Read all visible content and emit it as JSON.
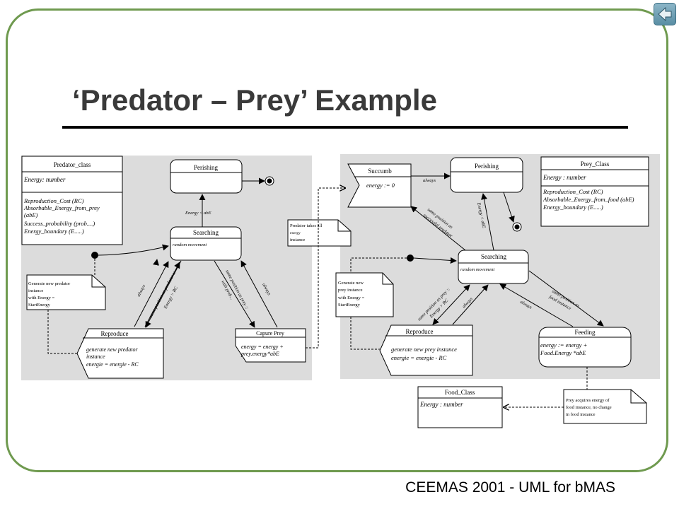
{
  "slide": {
    "title": "‘Predator – Prey’ Example",
    "footer": "CEEMAS 2001 - UML for bMAS"
  },
  "nav": {
    "back_icon": "back-arrow-icon"
  },
  "colors": {
    "frame": "#6f9a4f",
    "panel": "#dcdcdc",
    "nav": "#6f9fb4"
  },
  "left": {
    "class_name": "Predator_class",
    "attr": "Energy: number",
    "ops": [
      "Reproduction_Cost (RC)",
      "Absorbable_Energy_from_prey",
      "(abE)",
      "Success_probability (prob....)",
      "Energy_boundary (E.....)"
    ],
    "perishing": "Perishing",
    "searching": "Searching",
    "searching_activity": "random movement",
    "reproduce": "Reproduce",
    "reproduce_action": [
      "generate new predator",
      "instance",
      "energie = energie - RC"
    ],
    "capture": "Capure Prey",
    "capture_action": [
      "energy = energy + ",
      "prey.energy*abE"
    ],
    "note": [
      "Generate new predator",
      "instance",
      "with Energy =",
      "StartEnergy"
    ],
    "lbl_perish": "Energy < abE",
    "lbl_always1": "always",
    "lbl_repro": [
      "same position as predator ::",
      "Energy > RC"
    ],
    "lbl_capture": [
      "same position as prey ::",
      "with prob..."
    ],
    "lbl_always2": "always"
  },
  "middle_note": [
    "Predator takes all",
    "energy",
    "instance"
  ],
  "right": {
    "succumb": "Succumb",
    "succumb_action": "energy := 0",
    "perishing": "Perishing",
    "lbl_always_top": "always",
    "lbl_succ": [
      "same position as",
      "successful predator"
    ],
    "lbl_perish": "Energy < abE",
    "class_name": "Prey_Class",
    "attr": "Energy : number",
    "ops": [
      "Reproduction_Cost (RC)",
      "Absorbable_Energy_from_food (abE)",
      "Energy_boundary (E.....)"
    ],
    "searching": "Searching",
    "searching_activity": "random movement",
    "note": [
      "Generate new",
      "prey instance",
      "with Energy =",
      "StartEnergy"
    ],
    "lbl_repro": [
      "same position as prey ::",
      "Energy > RC"
    ],
    "lbl_always1": "always",
    "lbl_food": [
      "same position as",
      "food instance"
    ],
    "lbl_always2": "always",
    "reproduce": "Reproduce",
    "reproduce_action": [
      "generate new prey instance",
      "energie = energie - RC"
    ],
    "feeding": "Feeding",
    "feeding_action": [
      "energy := energy +",
      "Food.Energy *abE"
    ],
    "food_class": "Food_Class",
    "food_attr": "Energy : number",
    "food_note": [
      "Prey acquires energy of",
      "food instance, no change",
      "in food instance"
    ]
  }
}
